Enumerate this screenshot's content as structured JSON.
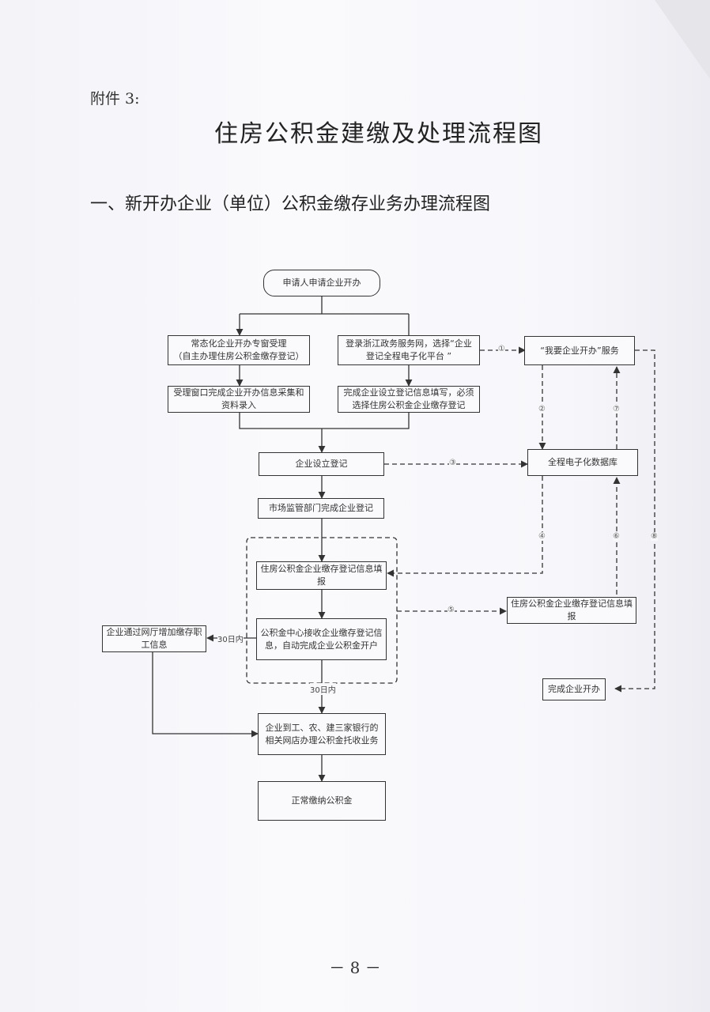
{
  "document": {
    "annex_label": "附件 3:",
    "title": "住房公积金建缴及处理流程图",
    "section_heading": "一、新开办企业（单位）公积金缴存业务办理流程图",
    "page_number": "－ 8 －"
  },
  "flowchart": {
    "nodes": {
      "start": "申请人申请企业开办",
      "window_accept": "常态化企业开办专窗受理\n（自主办理住房公积金缴存登记）",
      "window_collect": "受理窗口完成企业开办信息采集和资料录入",
      "online_login": "登录浙江政务服务网，选择“企业登记全程电子化平台 ”",
      "online_fill": "完成企业设立登记信息填写，必须选择住房公积金企业缴存登记",
      "service": "“我要企业开办”服务",
      "register": "企业设立登记",
      "database": "全程电子化数据库",
      "market_done": "市场监管部门完成企业登记",
      "fund_fill": "住房公积金企业缴存登记信息填报",
      "fund_receive": "公积金中心接收企业缴存登记信息，自动完成企业公积金开户",
      "fund_fill_right": "住房公积金企业缴存登记信息填报",
      "add_staff": "企业通过网厅增加缴存职工信息",
      "complete": "完成企业开办",
      "bank": "企业到工、农、建三家银行的相关网店办理公积金托收业务",
      "normal_pay": "正常缴纳公积金"
    },
    "labels": {
      "within_30_days_left": "30日内",
      "within_30_days_down": "30日内",
      "step1": "①",
      "step2": "②",
      "step3": "③",
      "step4": "④",
      "step5": "⑤",
      "step6": "⑥",
      "step7": "⑦",
      "step8": "⑧"
    }
  }
}
